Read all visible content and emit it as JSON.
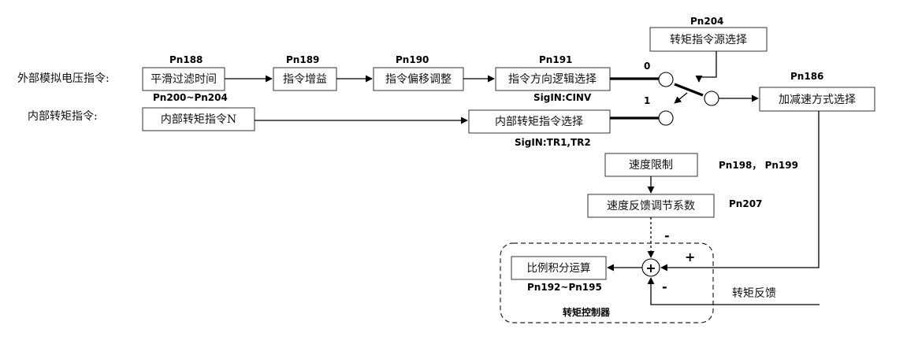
{
  "inputs": {
    "external_analog": "外部模拟电压指令:",
    "internal_torque": "内部转矩指令:"
  },
  "blocks": {
    "smooth_filter": {
      "label": "平滑过滤时间",
      "param": "Pn188"
    },
    "command_gain": {
      "label": "指令增益",
      "param": "Pn189"
    },
    "offset_adjust": {
      "label": "指令偏移调整",
      "param": "Pn190"
    },
    "direction_logic": {
      "label": "指令方向逻辑选择",
      "param": "Pn191",
      "signal": "SigIN:CINV"
    },
    "internal_cmd_n": {
      "label": "内部转矩指令N",
      "param": "Pn200~Pn204"
    },
    "internal_cmd_select": {
      "label": "内部转矩指令选择",
      "signal": "SigIN:TR1,TR2"
    },
    "source_select": {
      "label": "转矩指令源选择",
      "param": "Pn204"
    },
    "accel_decel": {
      "label": "加减速方式选择",
      "param": "Pn186"
    },
    "speed_limit": {
      "label": "速度限制",
      "param": "Pn198， Pn199"
    },
    "speed_feedback": {
      "label": "速度反馈调节系数",
      "param": "Pn207"
    },
    "pi_control": {
      "label": "比例积分运算",
      "param": "Pn192~Pn195"
    }
  },
  "switch": {
    "pos0": "0",
    "pos1": "1"
  },
  "summing": {
    "symbol": "+",
    "plus_input": "+",
    "minus_speed": "-",
    "minus_feedback": "-"
  },
  "torque_feedback": "转矩反馈",
  "controller_label": "转矩控制器"
}
